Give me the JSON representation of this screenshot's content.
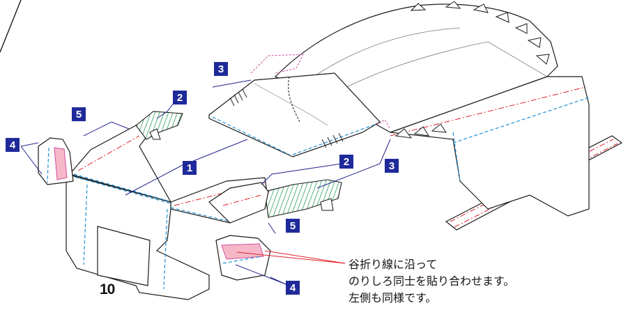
{
  "page_number": "10",
  "instructions": [
    "谷折り線に沿って",
    "のりしろ同士を貼り合わせます。",
    "左側も同様です。"
  ],
  "step_labels": [
    "1",
    "2",
    "2",
    "3",
    "3",
    "4",
    "4",
    "5",
    "5"
  ],
  "colors": {
    "outline": "#1a1a1a",
    "fold_blue": "#1e90d8",
    "fold_red": "#e0202a",
    "glue_pink": "#f6b8c8",
    "panel_green": "#2e9e5a",
    "badge_bg": "#1f2a9a",
    "leader": "#22248a"
  }
}
